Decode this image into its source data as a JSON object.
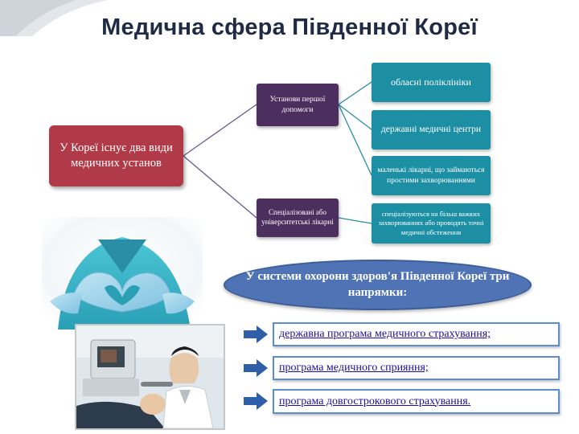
{
  "title": "Медична сфера Південної Кореї",
  "tree": {
    "root": "У Кореї існує два види медичних установ",
    "branches": [
      {
        "label": "Установи першої допомоги",
        "children": [
          "обласні поліклініки",
          "державні медичні центри",
          "маленькі лікарні, що займаються простими захворюваннями"
        ]
      },
      {
        "label": "Спеціалізовані або університетські лікарні",
        "children": [
          "спеціалізуються на більш важких захворюваннях або проводять точні медичні обстеження"
        ]
      }
    ]
  },
  "summary": {
    "heading": "У системи охорони здоров'я Південної Кореї три напрямки:",
    "items": [
      "державна програма медичного страхування;",
      "програма медичного сприяння;",
      "програма довгострокового страхування."
    ]
  },
  "colors": {
    "title": "#1f2a44",
    "root_box": "#b03a48",
    "branch_box": "#4c2f5e",
    "leaf_box": "#1c8fa5",
    "oval": "#4f73b4",
    "arrow": "#2e5fa8",
    "link_text": "#1a0fa0"
  },
  "images": [
    "gloved-heart-hands-photo",
    "eye-examination-photo"
  ]
}
